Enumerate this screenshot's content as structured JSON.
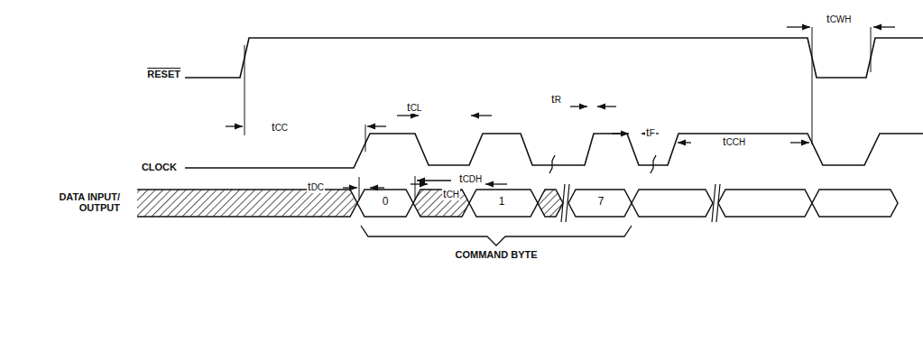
{
  "diagram": {
    "labels": [
      "tCWH",
      "RESET",
      "tCC",
      "tCCH",
      "tCL",
      "tR",
      "tF",
      "CLOCK",
      "tCDH",
      "tCH",
      "tDC",
      "DATA INPUT/ OUTPUT",
      "0",
      "1",
      "7",
      "COMMAND BYTE"
    ]
  }
}
